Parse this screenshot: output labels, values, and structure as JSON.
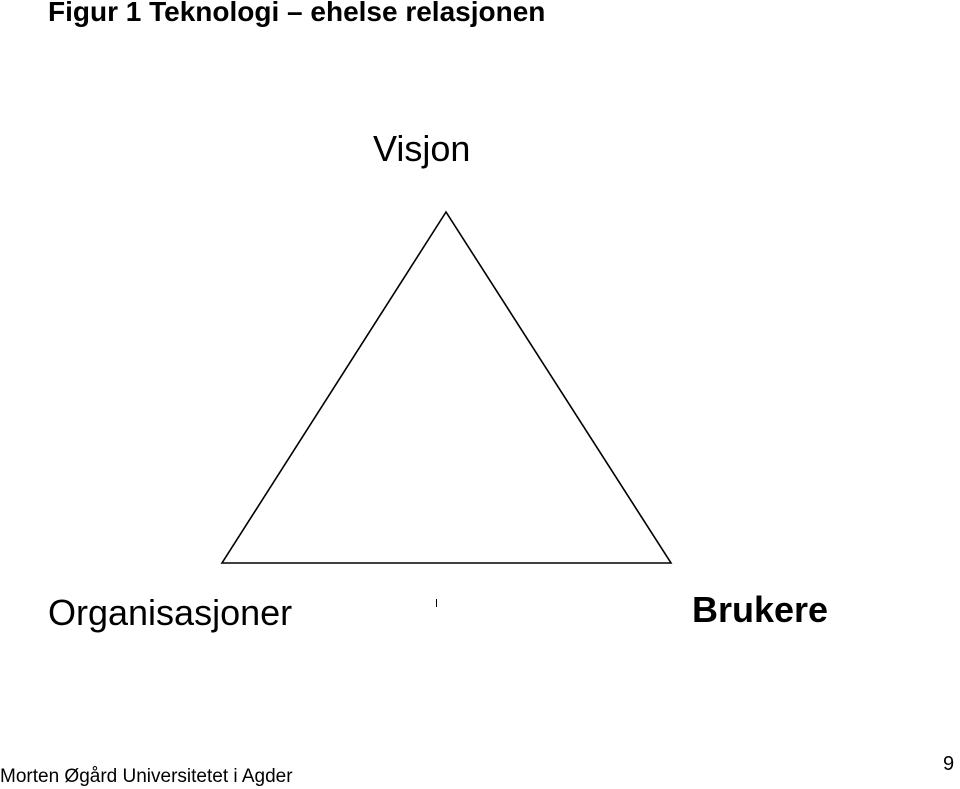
{
  "slide": {
    "title": "Figur 1 Teknologi – ehelse relasjonen",
    "vertices": {
      "top": "Visjon",
      "left": "Organisasjoner",
      "right": "Brukere"
    },
    "footer": "Morten Øgård Universitetet i Agder",
    "page_number": "9"
  }
}
